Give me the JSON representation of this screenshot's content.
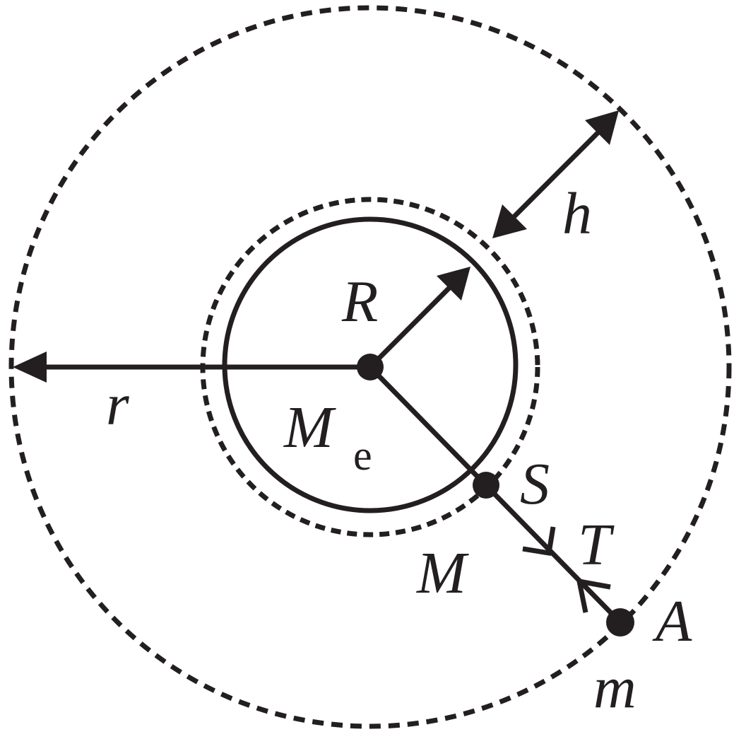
{
  "labels": {
    "r": "r",
    "R": "R",
    "h": "h",
    "Me_main": "M",
    "Me_sub": "e",
    "S": "S",
    "T": "T",
    "M": "M",
    "A": "A",
    "m": "m"
  },
  "colors": {
    "ink": "#231f20",
    "background": "#ffffff"
  }
}
